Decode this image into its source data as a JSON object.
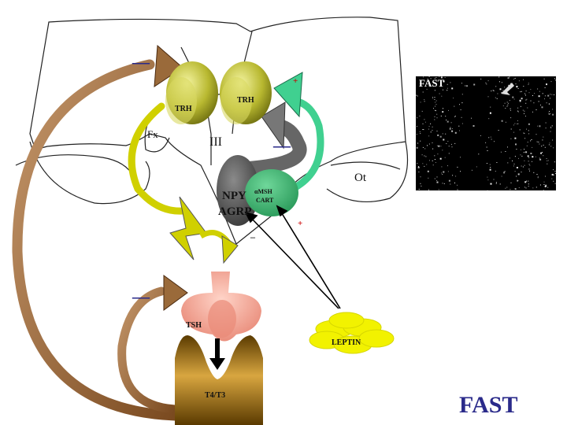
{
  "labels": {
    "trh_left": "TRH",
    "trh_right": "TRH",
    "fx": "Fx",
    "third_ventricle": "III",
    "ot": "Ot",
    "npy": "NPY",
    "agrp": "AGRP",
    "amsh": "αMSH",
    "cart": "CART",
    "tsh": "TSH",
    "t4t3": "T4/T3",
    "leptin": "LEPTIN"
  },
  "signs": {
    "minus_top_left": "—",
    "minus_npy_trh": "—",
    "minus_tsh": "—",
    "plus_amsh_trh": "+",
    "minus_leptin_npy": "–",
    "plus_leptin_amsh": "+"
  },
  "inset": {
    "title": "FAST"
  },
  "caption": "FAST",
  "colors": {
    "trh": "#b8b830",
    "npy": "#555555",
    "amsh": "#3aaa6a",
    "tsh": "#f0a090",
    "thyroid": "#9a6a10",
    "leptin": "#f2f200",
    "brown_arrow": "#9a6a3a",
    "green_arrow": "#40d090",
    "grey_arrow": "#666666",
    "yellow_arrow": "#d0d000",
    "minus_sign": "#2a2a8a",
    "plus_sign": "#cc0000",
    "caption": "#2a2a8a"
  }
}
